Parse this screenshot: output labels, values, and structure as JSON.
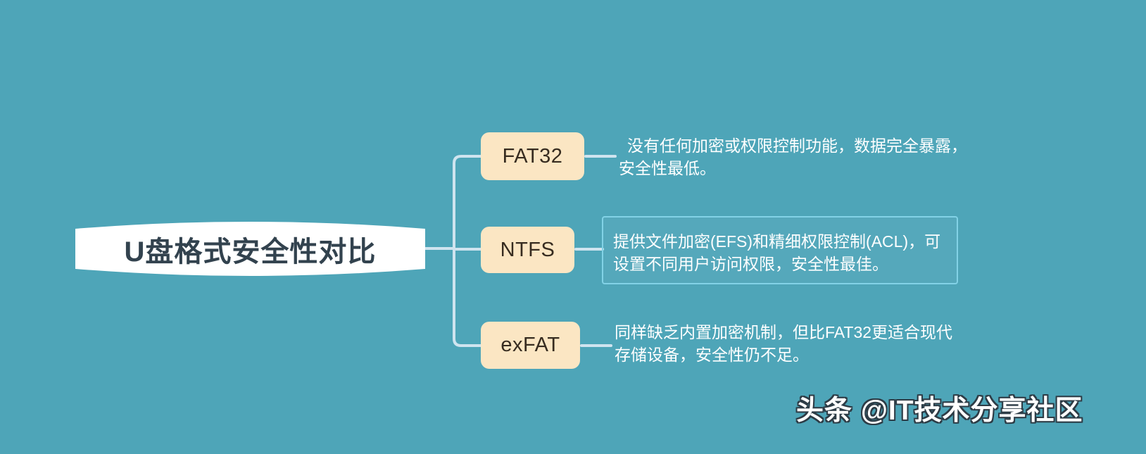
{
  "theme": {
    "background_color": "#4ea5b8",
    "node_fill_color": "#fbe6c3",
    "node_text_color": "#372c20",
    "root_fill_color": "#ffffff",
    "root_text_color": "#32424e",
    "connector_color": "#cfe4ef",
    "description_text_color": "#ffffff",
    "selection_border_color": "#82d2e6"
  },
  "mindmap": {
    "root": {
      "label": "U盘格式安全性对比",
      "shape": "ellipse"
    },
    "branches": [
      {
        "id": "fat32",
        "label": "FAT32",
        "description": "没有任何加密或权限控制功能，数据完全暴露，安全性最低。",
        "selected": false
      },
      {
        "id": "ntfs",
        "label": "NTFS",
        "description": "提供文件加密(EFS)和精细权限控制(ACL)，可设置不同用户访问权限，安全性最佳。",
        "selected": true
      },
      {
        "id": "exfat",
        "label": "exFAT",
        "description": "同样缺乏内置加密机制，但比FAT32更适合现代存储设备，安全性仍不足。",
        "selected": false
      }
    ]
  },
  "watermark": {
    "text": "头条 @IT技术分享社区"
  }
}
